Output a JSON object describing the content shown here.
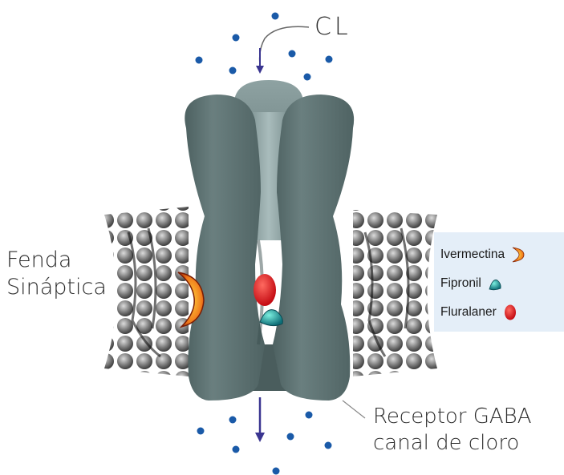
{
  "labels": {
    "cl": "CL",
    "fenda_line1": "Fenda",
    "fenda_line2": "Sináptica",
    "receptor_line1": "Receptor GABA",
    "receptor_line2": "canal de cloro"
  },
  "legend": [
    {
      "label": "Ivermectina",
      "icon": "crescent-icon",
      "color": "#f07a1c"
    },
    {
      "label": "Fipronil",
      "icon": "teal-blob-icon",
      "color": "#1fb8b0"
    },
    {
      "label": "Fluralaner",
      "icon": "red-oval-icon",
      "color": "#e8141c"
    }
  ],
  "colors": {
    "receptor": "#5f7474",
    "ion_dot": "#1a5aa8",
    "arrow": "#3a3590",
    "legend_bg": "#e4eef8"
  }
}
